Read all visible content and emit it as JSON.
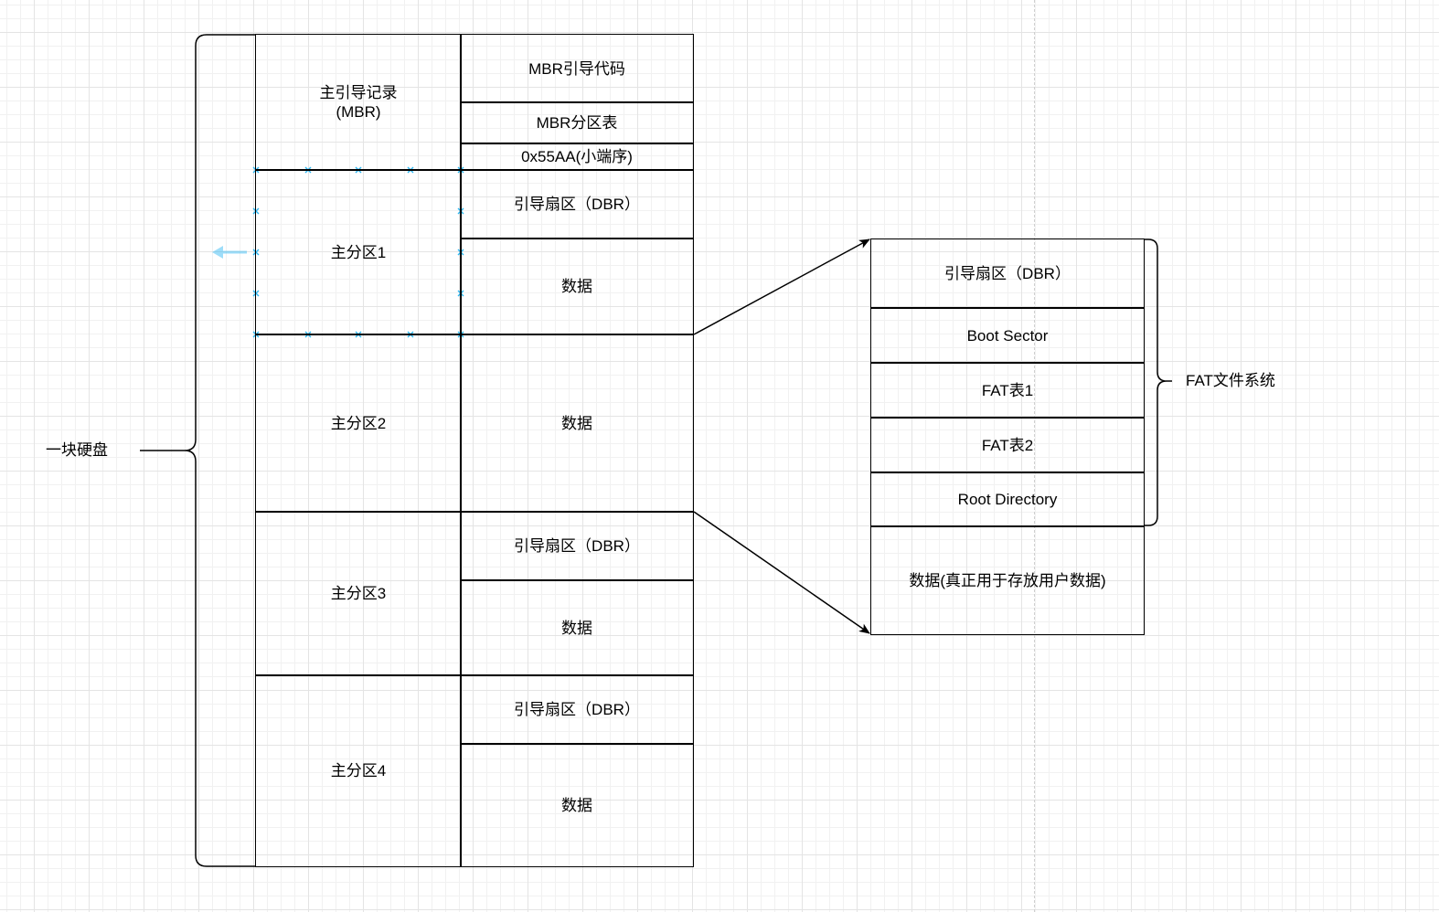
{
  "disk_label": "一块硬盘",
  "fs_label": "FAT文件系统",
  "left_column": {
    "mbr": "主引导记录\n(MBR)",
    "p1": "主分区1",
    "p2": "主分区2",
    "p3": "主分区3",
    "p4": "主分区4"
  },
  "mid_column": {
    "mbr_code": "MBR引导代码",
    "mbr_table": "MBR分区表",
    "signature": "0x55AA(小端序)",
    "p1_dbr": "引导扇区（DBR）",
    "p1_data": "数据",
    "p2_data": "数据",
    "p3_dbr": "引导扇区（DBR）",
    "p3_data": "数据",
    "p4_dbr": "引导扇区（DBR）",
    "p4_data": "数据"
  },
  "fat_detail": {
    "dbr": "引导扇区（DBR）",
    "boot_sector": "Boot Sector",
    "fat1": "FAT表1",
    "fat2": "FAT表2",
    "root_dir": "Root Directory",
    "data": "数据(真正用于存放用户数据)"
  },
  "colors": {
    "line": "#000000",
    "selection": "#29b6f2",
    "grid": "#e4e4e4"
  }
}
